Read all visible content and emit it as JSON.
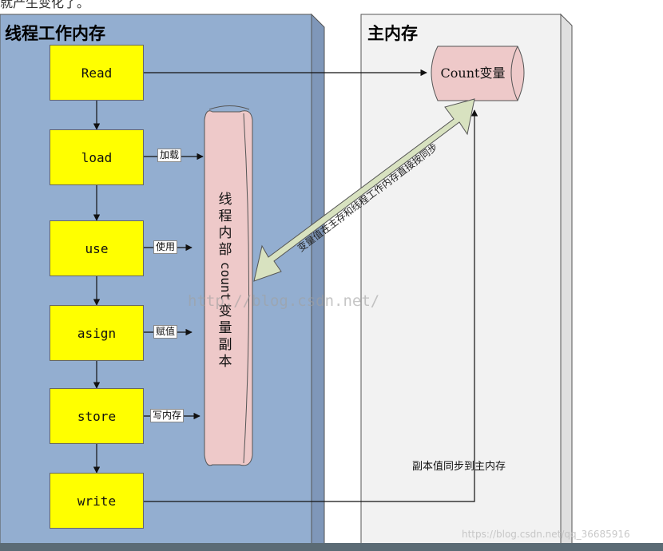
{
  "top_snippet": "就产生变化了。",
  "thread_panel": {
    "title": "线程工作内存"
  },
  "main_panel": {
    "title": "主内存"
  },
  "operations": [
    "Read",
    "load",
    "use",
    "asign",
    "store",
    "write"
  ],
  "side_labels": [
    "加载",
    "使用",
    "赋值",
    "写内存"
  ],
  "copy_label": {
    "cjk_top": [
      "线",
      "程",
      "内",
      "部"
    ],
    "latin": "count",
    "cjk_bottom": [
      "变",
      "量",
      "副",
      "本"
    ]
  },
  "count_variable": "Count变量",
  "diagonal_label": "变量值在主存和线程工作内存直接按同步",
  "sync_label": "副本值同步到主内存",
  "watermarks": [
    "http://blog.csdn.net/",
    "https://blog.csdn.net/qq_36685916"
  ],
  "colors": {
    "thread_panel": "#93aed0",
    "main_panel": "#f2f2f2",
    "op_box": "#ffff00",
    "cylinder": "#eec9c9",
    "diagonal_arrow": "#d8e2c0"
  }
}
